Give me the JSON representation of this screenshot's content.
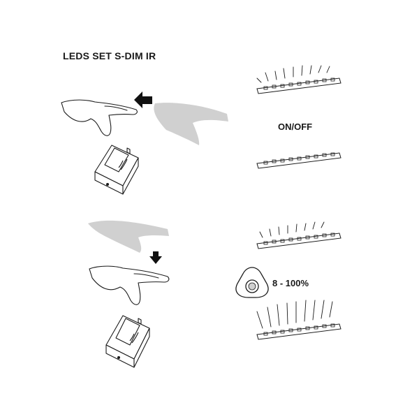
{
  "title": "LEDS SET S-DIM IR",
  "states": {
    "onoff_label": "ON/OFF",
    "dim_label": "8 - 100%"
  },
  "colors": {
    "ink": "#1a1a1a",
    "ghost_hand": "#d0d0d0",
    "arrow": "#111111"
  },
  "icons": [
    "hand-icon",
    "ghost-hand-icon",
    "arrow-left-icon",
    "arrow-down-icon",
    "ir-sensor-icon",
    "led-strip-icon",
    "touch-button-icon"
  ]
}
